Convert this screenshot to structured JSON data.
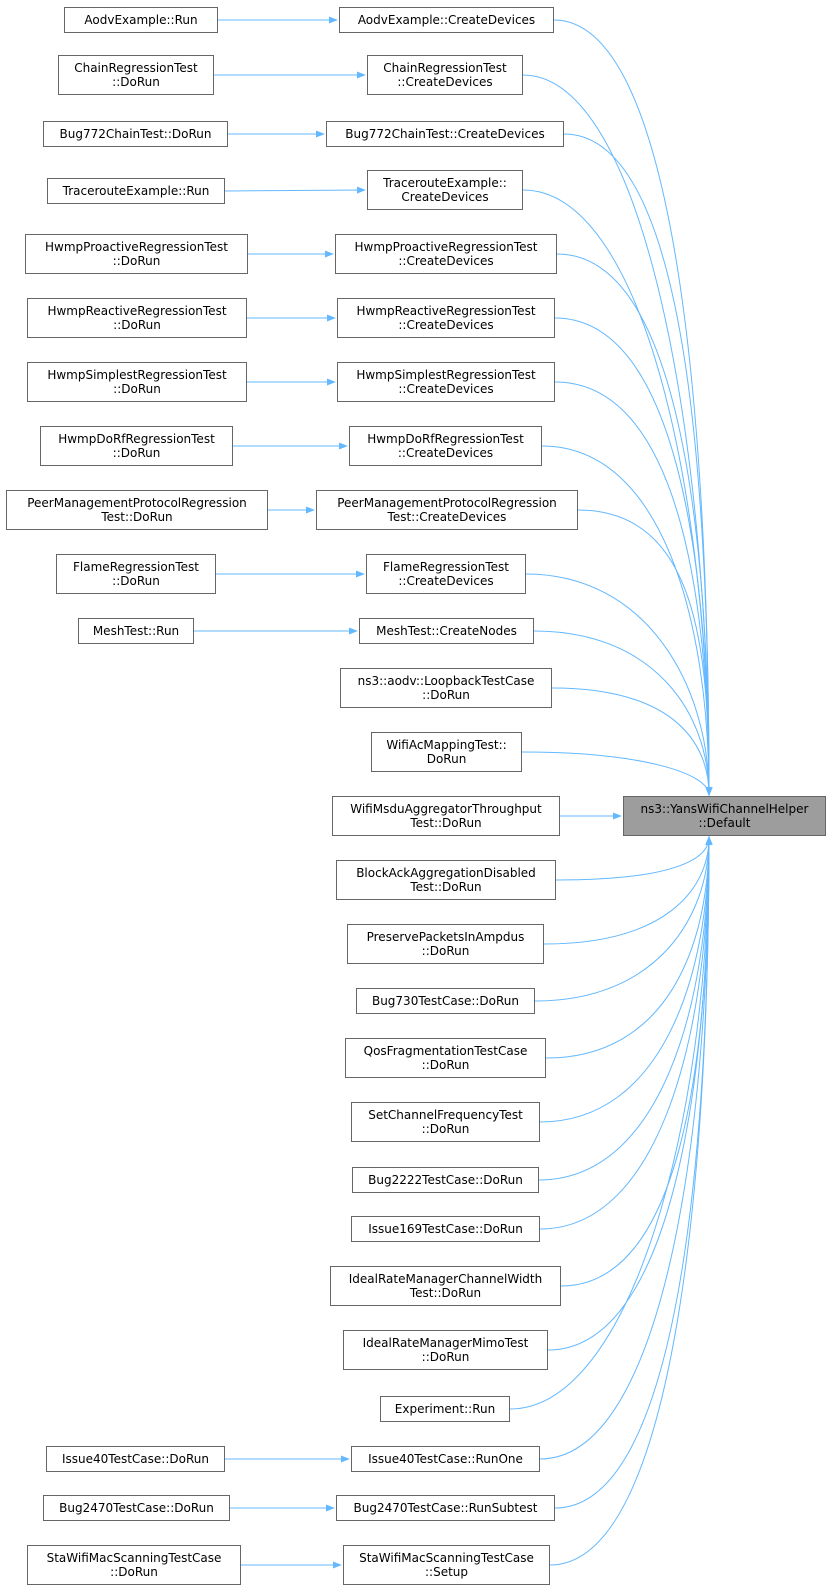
{
  "graph": {
    "target": {
      "id": "target",
      "lines": [
        "ns3::YansWifiChannelHelper",
        "::Default"
      ]
    },
    "nodes": [
      {
        "id": "n_aodv_run",
        "lines": [
          "AodvExample::Run"
        ]
      },
      {
        "id": "n_aodv_cd",
        "lines": [
          "AodvExample::CreateDevices"
        ]
      },
      {
        "id": "n_chain_run",
        "lines": [
          "ChainRegressionTest",
          "::DoRun"
        ]
      },
      {
        "id": "n_chain_cd",
        "lines": [
          "ChainRegressionTest",
          "::CreateDevices"
        ]
      },
      {
        "id": "n_bug772_run",
        "lines": [
          "Bug772ChainTest::DoRun"
        ]
      },
      {
        "id": "n_bug772_cd",
        "lines": [
          "Bug772ChainTest::CreateDevices"
        ]
      },
      {
        "id": "n_trace_run",
        "lines": [
          "TracerouteExample::Run"
        ]
      },
      {
        "id": "n_trace_cd",
        "lines": [
          "TracerouteExample::",
          "CreateDevices"
        ]
      },
      {
        "id": "n_hpro_run",
        "lines": [
          "HwmpProactiveRegressionTest",
          "::DoRun"
        ]
      },
      {
        "id": "n_hpro_cd",
        "lines": [
          "HwmpProactiveRegressionTest",
          "::CreateDevices"
        ]
      },
      {
        "id": "n_hrea_run",
        "lines": [
          "HwmpReactiveRegressionTest",
          "::DoRun"
        ]
      },
      {
        "id": "n_hrea_cd",
        "lines": [
          "HwmpReactiveRegressionTest",
          "::CreateDevices"
        ]
      },
      {
        "id": "n_hsim_run",
        "lines": [
          "HwmpSimplestRegressionTest",
          "::DoRun"
        ]
      },
      {
        "id": "n_hsim_cd",
        "lines": [
          "HwmpSimplestRegressionTest",
          "::CreateDevices"
        ]
      },
      {
        "id": "n_hdorf_run",
        "lines": [
          "HwmpDoRfRegressionTest",
          "::DoRun"
        ]
      },
      {
        "id": "n_hdorf_cd",
        "lines": [
          "HwmpDoRfRegressionTest",
          "::CreateDevices"
        ]
      },
      {
        "id": "n_peer_run",
        "lines": [
          "PeerManagementProtocolRegression",
          "Test::DoRun"
        ]
      },
      {
        "id": "n_peer_cd",
        "lines": [
          "PeerManagementProtocolRegression",
          "Test::CreateDevices"
        ]
      },
      {
        "id": "n_flame_run",
        "lines": [
          "FlameRegressionTest",
          "::DoRun"
        ]
      },
      {
        "id": "n_flame_cd",
        "lines": [
          "FlameRegressionTest",
          "::CreateDevices"
        ]
      },
      {
        "id": "n_mesh_run",
        "lines": [
          "MeshTest::Run"
        ]
      },
      {
        "id": "n_mesh_cn",
        "lines": [
          "MeshTest::CreateNodes"
        ]
      },
      {
        "id": "n_loopback",
        "lines": [
          "ns3::aodv::LoopbackTestCase",
          "::DoRun"
        ]
      },
      {
        "id": "n_wifiac",
        "lines": [
          "WifiAcMappingTest::",
          "DoRun"
        ]
      },
      {
        "id": "n_msdu",
        "lines": [
          "WifiMsduAggregatorThroughput",
          "Test::DoRun"
        ]
      },
      {
        "id": "n_blockack",
        "lines": [
          "BlockAckAggregationDisabled",
          "Test::DoRun"
        ]
      },
      {
        "id": "n_preserve",
        "lines": [
          "PreservePacketsInAmpdus",
          "::DoRun"
        ]
      },
      {
        "id": "n_bug730",
        "lines": [
          "Bug730TestCase::DoRun"
        ]
      },
      {
        "id": "n_qosfrag",
        "lines": [
          "QosFragmentationTestCase",
          "::DoRun"
        ]
      },
      {
        "id": "n_setchan",
        "lines": [
          "SetChannelFrequencyTest",
          "::DoRun"
        ]
      },
      {
        "id": "n_bug2222",
        "lines": [
          "Bug2222TestCase::DoRun"
        ]
      },
      {
        "id": "n_issue169",
        "lines": [
          "Issue169TestCase::DoRun"
        ]
      },
      {
        "id": "n_idealcw",
        "lines": [
          "IdealRateManagerChannelWidth",
          "Test::DoRun"
        ]
      },
      {
        "id": "n_idealmimo",
        "lines": [
          "IdealRateManagerMimoTest",
          "::DoRun"
        ]
      },
      {
        "id": "n_experiment",
        "lines": [
          "Experiment::Run"
        ]
      },
      {
        "id": "n_i40_run",
        "lines": [
          "Issue40TestCase::DoRun"
        ]
      },
      {
        "id": "n_i40_one",
        "lines": [
          "Issue40TestCase::RunOne"
        ]
      },
      {
        "id": "n_b2470_run",
        "lines": [
          "Bug2470TestCase::DoRun"
        ]
      },
      {
        "id": "n_b2470_sub",
        "lines": [
          "Bug2470TestCase::RunSubtest"
        ]
      },
      {
        "id": "n_sta_run",
        "lines": [
          "StaWifiMacScanningTestCase",
          "::DoRun"
        ]
      },
      {
        "id": "n_sta_setup",
        "lines": [
          "StaWifiMacScanningTestCase",
          "::Setup"
        ]
      }
    ],
    "edges": [
      [
        "n_aodv_run",
        "n_aodv_cd"
      ],
      [
        "n_chain_run",
        "n_chain_cd"
      ],
      [
        "n_bug772_run",
        "n_bug772_cd"
      ],
      [
        "n_trace_run",
        "n_trace_cd"
      ],
      [
        "n_hpro_run",
        "n_hpro_cd"
      ],
      [
        "n_hrea_run",
        "n_hrea_cd"
      ],
      [
        "n_hsim_run",
        "n_hsim_cd"
      ],
      [
        "n_hdorf_run",
        "n_hdorf_cd"
      ],
      [
        "n_peer_run",
        "n_peer_cd"
      ],
      [
        "n_flame_run",
        "n_flame_cd"
      ],
      [
        "n_mesh_run",
        "n_mesh_cn"
      ],
      [
        "n_i40_run",
        "n_i40_one"
      ],
      [
        "n_b2470_run",
        "n_b2470_sub"
      ],
      [
        "n_sta_run",
        "n_sta_setup"
      ],
      [
        "n_aodv_cd",
        "target"
      ],
      [
        "n_chain_cd",
        "target"
      ],
      [
        "n_bug772_cd",
        "target"
      ],
      [
        "n_trace_cd",
        "target"
      ],
      [
        "n_hpro_cd",
        "target"
      ],
      [
        "n_hrea_cd",
        "target"
      ],
      [
        "n_hsim_cd",
        "target"
      ],
      [
        "n_hdorf_cd",
        "target"
      ],
      [
        "n_peer_cd",
        "target"
      ],
      [
        "n_flame_cd",
        "target"
      ],
      [
        "n_mesh_cn",
        "target"
      ],
      [
        "n_loopback",
        "target"
      ],
      [
        "n_wifiac",
        "target"
      ],
      [
        "n_msdu",
        "target"
      ],
      [
        "n_blockack",
        "target"
      ],
      [
        "n_preserve",
        "target"
      ],
      [
        "n_bug730",
        "target"
      ],
      [
        "n_qosfrag",
        "target"
      ],
      [
        "n_setchan",
        "target"
      ],
      [
        "n_bug2222",
        "target"
      ],
      [
        "n_issue169",
        "target"
      ],
      [
        "n_idealcw",
        "target"
      ],
      [
        "n_idealmimo",
        "target"
      ],
      [
        "n_experiment",
        "target"
      ],
      [
        "n_i40_one",
        "target"
      ],
      [
        "n_b2470_sub",
        "target"
      ],
      [
        "n_sta_setup",
        "target"
      ]
    ],
    "colors": {
      "edge": "#63b8ff",
      "node_border": "#666666",
      "node_fill": "#ffffff",
      "target_fill": "#9d9d9d"
    }
  }
}
